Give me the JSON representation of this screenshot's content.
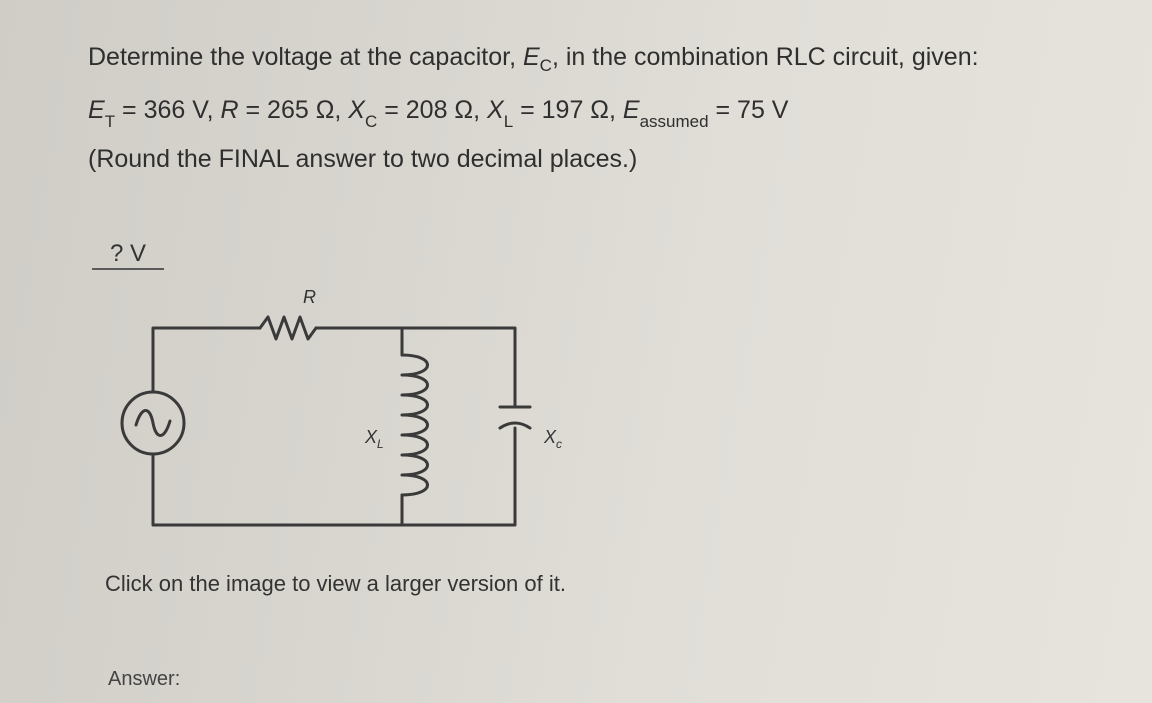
{
  "question": {
    "line1": {
      "prefix": "Determine the voltage at the capacitor, ",
      "var": "E",
      "sub": "C",
      "suffix": ", in the combination RLC circuit, given:"
    },
    "line2": {
      "et_var": "E",
      "et_sub": "T",
      "et_value": " = 366 V, ",
      "r_var": "R",
      "r_value": " = 265 Ω, ",
      "xc_var": "X",
      "xc_sub": "C",
      "xc_value": " = 208 Ω, ",
      "xl_var": "X",
      "xl_sub": "L",
      "xl_value": " = 197 Ω, ",
      "ea_var": "E",
      "ea_sub": "assumed",
      "ea_value": " = 75 V"
    },
    "line3": "(Round the FINAL answer to two decimal places.)"
  },
  "answer_blank": "? V",
  "circuit": {
    "resistor_label": "R",
    "inductor_label": "X",
    "inductor_sub": "L",
    "capacitor_label": "X",
    "capacitor_sub": "c",
    "source_icon": "ac-source-icon"
  },
  "caption": "Click on the image to view a larger version of it.",
  "answer_label": "Answer:"
}
